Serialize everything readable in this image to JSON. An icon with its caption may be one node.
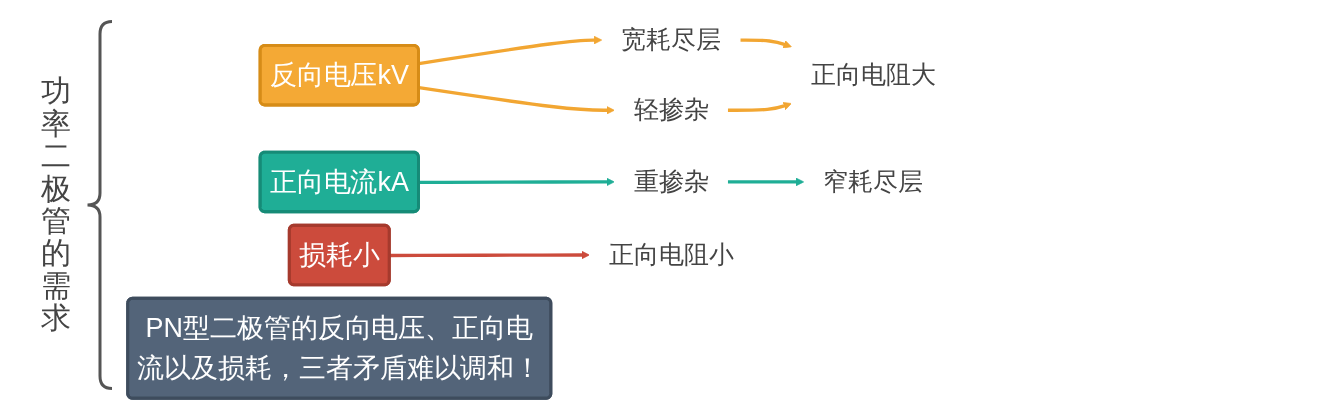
{
  "diagram": {
    "nodes": [
      {
        "text": [
          "反向电压kV"
        ]
      },
      {
        "text": [
          "宽耗尽层"
        ]
      },
      {
        "text": [
          "轻掺杂"
        ]
      },
      {
        "text": [
          "正向电阻大"
        ]
      },
      {
        "text": [
          "正向电流kA"
        ]
      },
      {
        "text": [
          "重掺杂"
        ]
      },
      {
        "text": [
          "窄耗尽层"
        ]
      },
      {
        "text": [
          "损耗小"
        ]
      },
      {
        "text": [
          "正向电阻小"
        ]
      },
      {
        "text": [
          "PN型二极管的反向电压、正向电流以及损耗，三者矛盾难以调和！"
        ]
      }
    ],
    "edges": [
      {
        "from": 0,
        "to": 1,
        "arrow": "to"
      },
      {
        "from": 0,
        "to": 2,
        "arrow": "to"
      },
      {
        "from": 1,
        "to": 3,
        "arrow": "to"
      },
      {
        "from": 2,
        "to": 3,
        "arrow": "to"
      },
      {
        "from": 4,
        "to": 5,
        "arrow": "to",
        "color": "#1fae96"
      },
      {
        "from": 5,
        "to": 6,
        "arrow": "to",
        "color": "#1fae96"
      },
      {
        "from": 7,
        "to": 8,
        "arrow": "to",
        "color": "#cc4b3c"
      }
    ],
    "labels": [
      "功率二极管的需求"
    ]
  }
}
